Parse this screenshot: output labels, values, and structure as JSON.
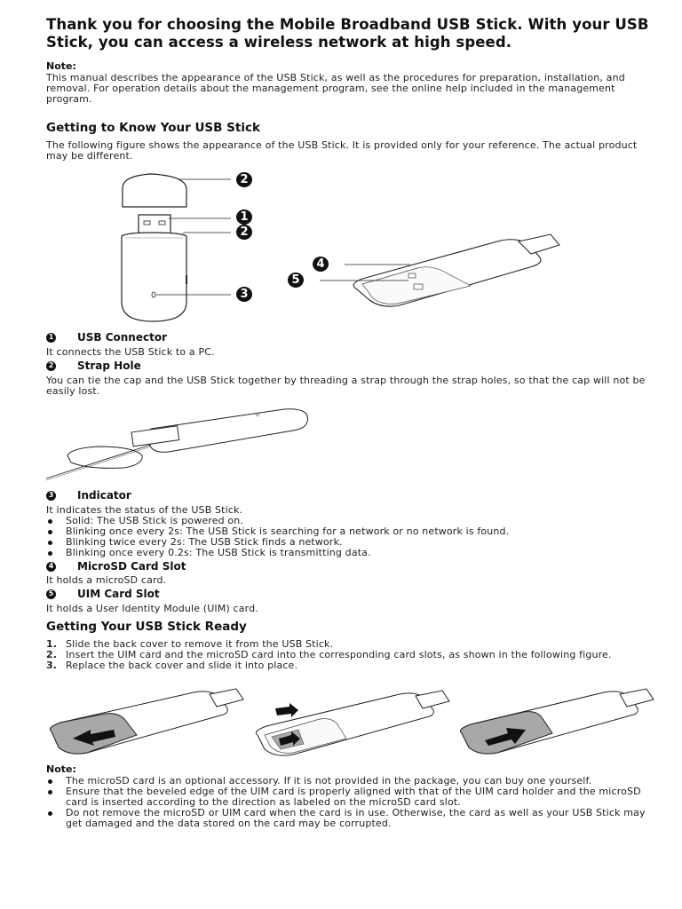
{
  "header": {
    "title": "Thank you for choosing the Mobile Broadband USB Stick. With your USB Stick, you can access a wireless network at high speed.",
    "note_label": "Note:",
    "note_text": "This manual describes the appearance of the USB Stick, as well as the procedures for preparation, installation, and removal. For operation details about the management program, see the online help included in the management program."
  },
  "know": {
    "heading": "Getting to Know Your USB Stick",
    "intro": "The following figure shows the appearance of the USB Stick. It is provided only for your reference. The actual product may be different.",
    "figure_callouts": [
      "2",
      "1",
      "2",
      "3",
      "4",
      "5"
    ]
  },
  "parts": [
    {
      "num": "1",
      "title": "USB Connector",
      "desc": "It connects the USB Stick to a PC."
    },
    {
      "num": "2",
      "title": "Strap Hole",
      "desc": "You can tie the cap and the USB Stick together by threading a strap through the strap holes, so that the cap will not be easily lost."
    },
    {
      "num": "3",
      "title": "Indicator",
      "desc": "It indicates the status of the USB Stick.",
      "bullets": [
        "Solid: The USB Stick is powered on.",
        "Blinking once every 2s: The USB Stick is searching for a network or no network is found.",
        "Blinking twice every 2s: The USB Stick finds a network.",
        "Blinking once every 0.2s: The USB Stick is transmitting data."
      ]
    },
    {
      "num": "4",
      "title": "MicroSD Card Slot",
      "desc": "It holds a microSD card."
    },
    {
      "num": "5",
      "title": "UIM Card Slot",
      "desc": "It holds a User Identity Module (UIM) card."
    }
  ],
  "ready": {
    "heading": "Getting Your USB Stick Ready",
    "steps": [
      {
        "n": "1.",
        "text": "Slide the back cover to remove it from the USB Stick."
      },
      {
        "n": "2.",
        "text": "Insert the UIM card and the microSD card into the corresponding card slots, as shown in the following figure."
      },
      {
        "n": "3.",
        "text": "Replace the back cover and slide it into place."
      }
    ]
  },
  "final_note": {
    "label": "Note:",
    "bullets": [
      "The microSD card is an optional accessory. If it is not provided in the package, you can buy one yourself.",
      "Ensure that the beveled edge of the UIM card is properly aligned with that of the UIM card holder and the microSD card is inserted according to the direction as labeled on the microSD card slot.",
      "Do not remove the microSD or UIM card when the card is in use. Otherwise, the card as well as your USB Stick may get damaged and the data stored on the card may be corrupted."
    ]
  }
}
